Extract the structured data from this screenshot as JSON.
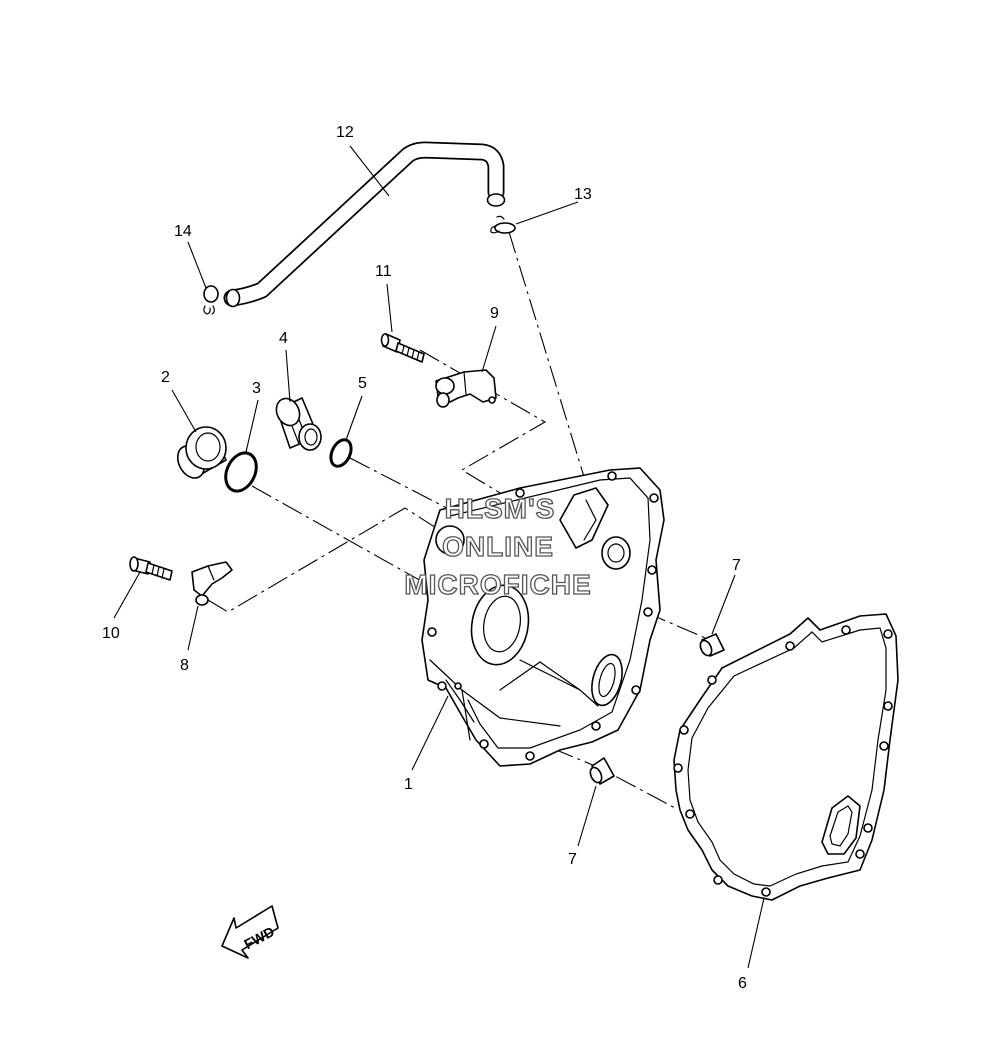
{
  "diagram": {
    "callouts": {
      "c1": "1",
      "c2": "2",
      "c3": "3",
      "c4": "4",
      "c5": "5",
      "c6": "6",
      "c7a": "7",
      "c7b": "7",
      "c8": "8",
      "c9": "9",
      "c10": "10",
      "c11": "11",
      "c12": "12",
      "c13": "13",
      "c14": "14"
    },
    "fwd_label": "FWD",
    "watermark": {
      "line1": "HLSM'S",
      "line2": "ONLINE",
      "line3": "MICROFICHE"
    }
  }
}
